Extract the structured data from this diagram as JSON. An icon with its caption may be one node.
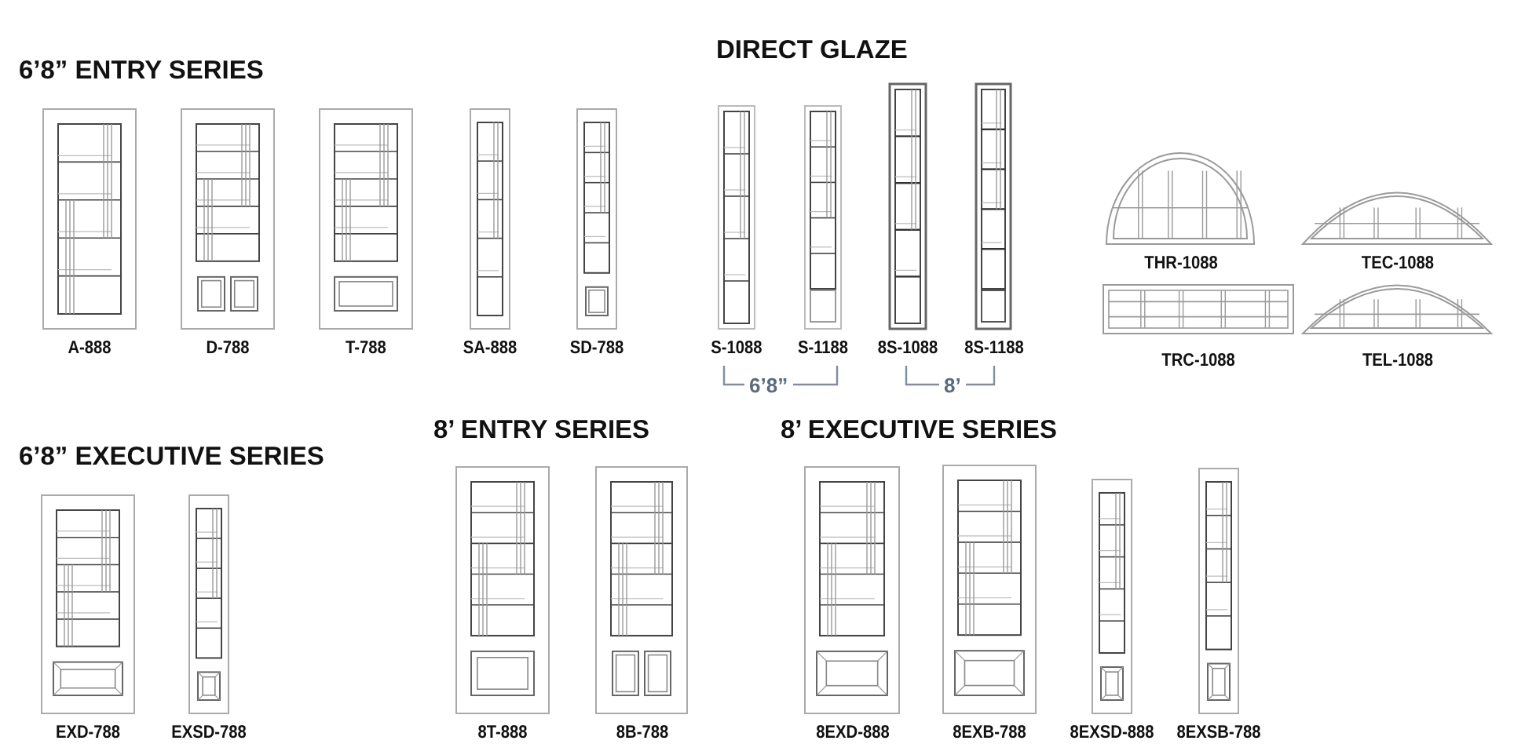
{
  "diagram": {
    "nodes": [
      {
        "text": [],
        "shape": "picture",
        "beside": [
          "A-888"
        ]
      },
      {
        "text": [],
        "shape": "picture",
        "beside": [
          "D-788"
        ]
      },
      {
        "text": [],
        "shape": "picture",
        "beside": [
          "T-788"
        ]
      },
      {
        "text": [],
        "shape": "picture",
        "beside": [
          "SA-888"
        ]
      },
      {
        "text": [],
        "shape": "picture",
        "beside": [
          "SD-788"
        ]
      },
      {
        "text": [],
        "shape": "picture",
        "beside": [
          "S-1088"
        ]
      },
      {
        "text": [],
        "shape": "picture",
        "beside": [
          "S-1188"
        ]
      },
      {
        "text": [],
        "shape": "picture",
        "beside": [
          "8S-1088"
        ]
      },
      {
        "text": [],
        "shape": "picture",
        "beside": [
          "8S-1188"
        ]
      },
      {
        "text": [],
        "shape": "picture",
        "beside": [
          "THR-1088"
        ]
      },
      {
        "text": [],
        "shape": "picture",
        "beside": [
          "TEC-1088"
        ]
      },
      {
        "text": [],
        "shape": "picture",
        "beside": [
          "TRC-1088"
        ]
      },
      {
        "text": [],
        "shape": "picture",
        "beside": [
          "TEL-1088"
        ]
      },
      {
        "text": [],
        "shape": "picture",
        "beside": [
          "EXD-788"
        ]
      },
      {
        "text": [],
        "shape": "picture",
        "beside": [
          "EXSD-788"
        ]
      },
      {
        "text": [],
        "shape": "picture",
        "beside": [
          "8T-888"
        ]
      },
      {
        "text": [],
        "shape": "picture",
        "beside": [
          "8B-788"
        ]
      },
      {
        "text": [],
        "shape": "picture",
        "beside": [
          "8EXD-888"
        ]
      },
      {
        "text": [],
        "shape": "picture",
        "beside": [
          "8EXB-788"
        ]
      },
      {
        "text": [],
        "shape": "picture",
        "beside": [
          "8EXSD-888"
        ]
      },
      {
        "text": [],
        "shape": "picture",
        "beside": [
          "8EXSB-788"
        ]
      }
    ],
    "labels": [
      "6’8” ENTRY SERIES",
      "DIRECT GLAZE",
      "6’8”",
      "8’",
      "8’ ENTRY SERIES",
      "8’ EXECUTIVE SERIES",
      "6’8” EXECUTIVE SERIES"
    ]
  }
}
